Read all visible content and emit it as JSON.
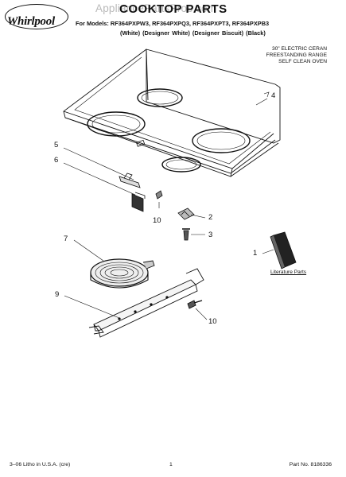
{
  "header": {
    "brand": "Whirlpool",
    "watermark": "AppliancePartsPros.com",
    "title": "COOKTOP PARTS",
    "models": "For Models: RF364PXPW3, RF364PXPQ3, RF364PXPT3, RF364PXPB3",
    "colors": "(White)  (Designer White)  (Designer Biscuit)  (Black)",
    "description": [
      "30\" ELECTRIC CERAN",
      "FREESTANDING RANGE",
      "SELF CLEAN OVEN"
    ]
  },
  "callouts": {
    "c1": "1",
    "c2": "2",
    "c3": "3",
    "c4": "4",
    "c5": "5",
    "c6": "6",
    "c7": "7",
    "c9": "9",
    "c10a": "10",
    "c10b": "10"
  },
  "literature_label": "Literature Parts",
  "footer": {
    "left": "3–06 Litho in U.S.A. (cre)",
    "page": "1",
    "right": "Part No. 8186336"
  },
  "colors": {
    "ink": "#111111",
    "watermark": "#b9b9b9",
    "background": "#ffffff"
  }
}
